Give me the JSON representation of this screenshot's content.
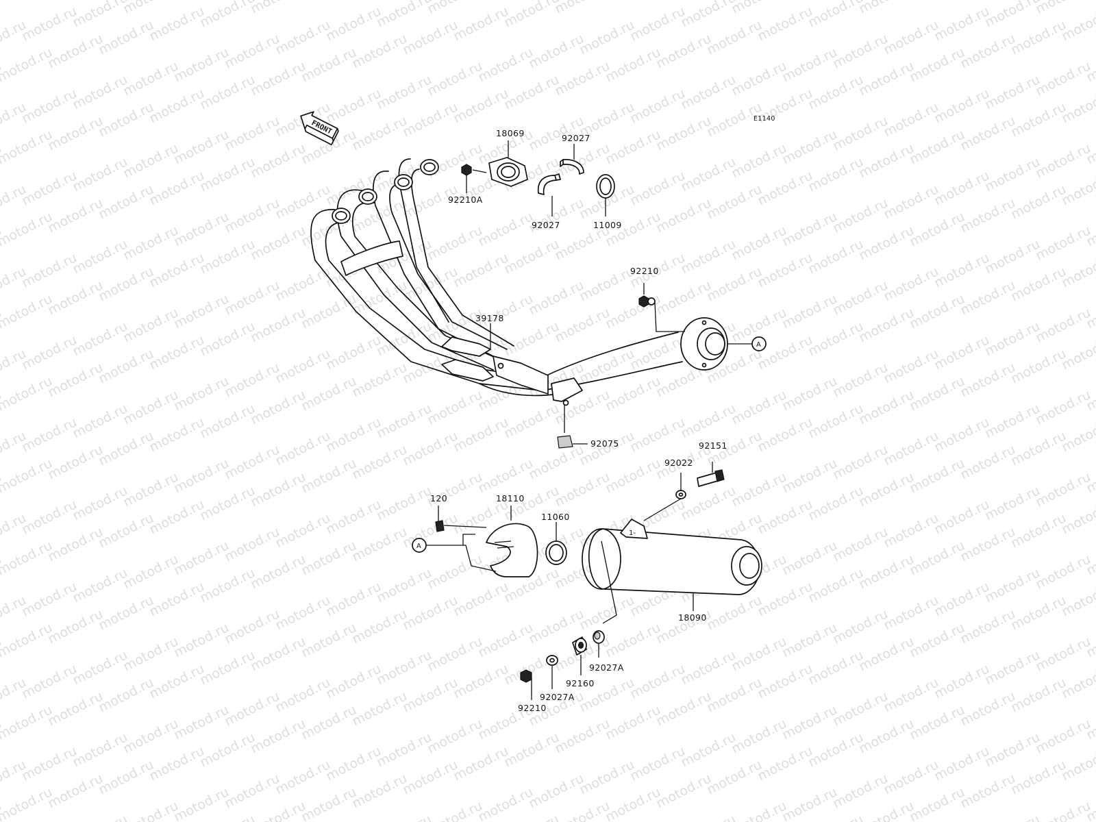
{
  "watermark": "motod.ru",
  "diagram_code": "E1140",
  "front_arrow_label": "FRONT",
  "reference_marker": "A",
  "parts": {
    "p18069": "18069",
    "p92027_top": "92027",
    "p92210A": "92210A",
    "p92027_bottom": "92027",
    "p11009": "11009",
    "p92210_mid": "92210",
    "p39178": "39178",
    "p92075": "92075",
    "p92151": "92151",
    "p92022": "92022",
    "p120": "120",
    "p18110": "18110",
    "p11060": "11060",
    "p18090": "18090",
    "p92027A_right": "92027A",
    "p92160": "92160",
    "p92027A_left": "92027A",
    "p92210_bottom": "92210"
  },
  "colors": {
    "line": "#111111",
    "watermark": "#bdbdbd",
    "background": "#ffffff"
  }
}
